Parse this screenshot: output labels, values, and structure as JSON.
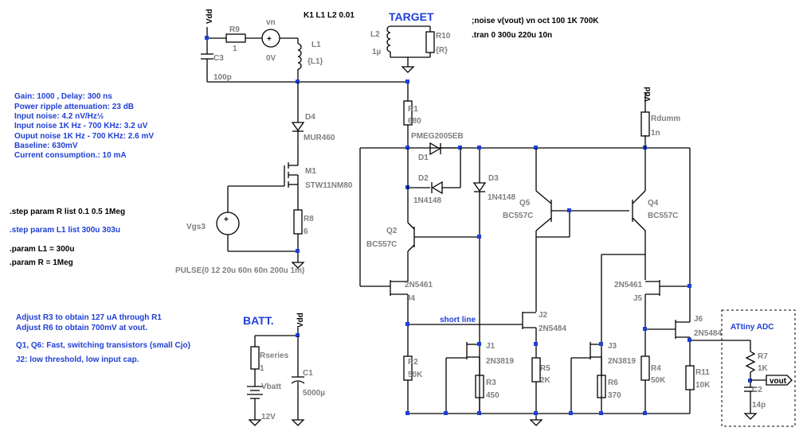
{
  "directives": {
    "coupling": "K1 L1 L2 0.01",
    "noise": ";noise v(vout) vn oct 100 1K 700K",
    "tran": ".tran 0 300u 220u 10n",
    "step_r": ".step param R list  0.1 0.5 1Meg",
    "step_l1": ".step param L1 list  300u 303u",
    "param_l1": ".param L1 = 300u",
    "param_r": ".param R = 1Meg"
  },
  "titles": {
    "target": "TARGET",
    "batt": "BATT.",
    "adc": "ATtiny ADC"
  },
  "specs": [
    "Gain: 1000 ,  Delay: 300 ns",
    "Power ripple attenuation: 23 dB",
    "Input noise: 4.2 nV/Hz½",
    "Input noise 1K Hz - 700 KHz:  3.2 uV",
    "Ouput noise 1K Hz - 700 KHz:  2.6 mV",
    "Baseline: 630mV",
    "Current consumption.: 10 mA"
  ],
  "notes": [
    "Adjust R3 to obtain 127 uA through R1",
    "Adjust R6 to obtain 700mV at vout.",
    "Q1, Q6: Fast, switching transistors (small Cjo)",
    "J2: low threshold, low input cap."
  ],
  "nets": {
    "vdd": "Vdd",
    "vout": "vout",
    "short_line": "short line"
  },
  "components": {
    "r9": {
      "ref": "R9",
      "value": "1"
    },
    "vn": {
      "ref": "vn",
      "value": "0V"
    },
    "l1": {
      "ref": "L1",
      "value": "{L1}"
    },
    "c3": {
      "ref": "C3",
      "value": "100p"
    },
    "l2": {
      "ref": "L2",
      "value": "1µ"
    },
    "r10": {
      "ref": "R10",
      "value": "{R}"
    },
    "d4": {
      "ref": "D4",
      "value": "MUR460"
    },
    "m1": {
      "ref": "M1",
      "value": "STW11NM80"
    },
    "r8": {
      "ref": "R8",
      "value": "6"
    },
    "vgs3": {
      "ref": "Vgs3",
      "value": "PULSE(0 12 20u 60n 60n 200u 1m)"
    },
    "r1": {
      "ref": "R1",
      "value": "680"
    },
    "d1": {
      "ref": "D1",
      "value": "PMEG2005EB"
    },
    "d2": {
      "ref": "D2",
      "value": "1N4148"
    },
    "d3": {
      "ref": "D3",
      "value": "1N4148"
    },
    "q2": {
      "ref": "Q2",
      "value": "BC557C"
    },
    "q5": {
      "ref": "Q5",
      "value": "BC557C"
    },
    "q4": {
      "ref": "Q4",
      "value": "BC557C"
    },
    "rdumm": {
      "ref": "Rdumm",
      "value": "1n"
    },
    "j4": {
      "ref": "J4",
      "value": "2N5461"
    },
    "j5": {
      "ref": "J5",
      "value": "2N5461"
    },
    "j2": {
      "ref": "J2",
      "value": "2N5484"
    },
    "j6": {
      "ref": "J6",
      "value": "2N5484"
    },
    "j1": {
      "ref": "J1",
      "value": "2N3819"
    },
    "j3": {
      "ref": "J3",
      "value": "2N3819"
    },
    "r2": {
      "ref": "R2",
      "value": "50K"
    },
    "r3": {
      "ref": "R3",
      "value": "450"
    },
    "r5": {
      "ref": "R5",
      "value": "2K"
    },
    "r6": {
      "ref": "R6",
      "value": "370"
    },
    "r4": {
      "ref": "R4",
      "value": "50K"
    },
    "r11": {
      "ref": "R11",
      "value": "10K"
    },
    "r7": {
      "ref": "R7",
      "value": "1K"
    },
    "c2": {
      "ref": "C2",
      "value": "14p"
    },
    "rseries": {
      "ref": "Rseries",
      "value": "1"
    },
    "vbatt": {
      "ref": "Vbatt",
      "value": "12V"
    },
    "c1": {
      "ref": "C1",
      "value": "5000µ"
    }
  }
}
